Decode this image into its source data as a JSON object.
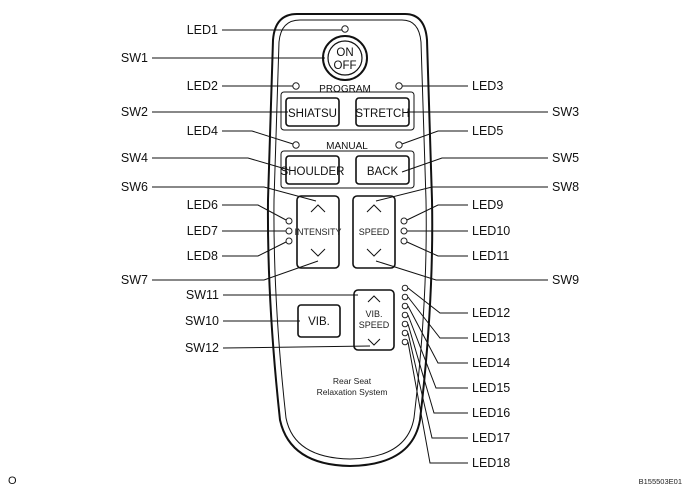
{
  "diagram": {
    "program_label": "PROGRAM",
    "manual_label": "MANUAL",
    "brand_line1": "Rear Seat",
    "brand_line2": "Relaxation System",
    "figure_id": "B155503E01",
    "corner_mark": "O"
  },
  "buttons": {
    "on": "ON",
    "off": "OFF",
    "shiatsu": "SHIATSU",
    "stretch": "STRETCH",
    "shoulder": "SHOULDER",
    "back": "BACK",
    "intensity": "INTENSITY",
    "speed": "SPEED",
    "vib": "VIB.",
    "vib_speed_1": "VIB.",
    "vib_speed_2": "SPEED"
  },
  "labels": {
    "left": [
      "LED1",
      "SW1",
      "LED2",
      "SW2",
      "LED4",
      "SW4",
      "SW6",
      "LED6",
      "LED7",
      "LED8",
      "SW7",
      "SW11",
      "SW10",
      "SW12"
    ],
    "right": [
      "LED3",
      "SW3",
      "LED5",
      "SW5",
      "SW8",
      "LED9",
      "LED10",
      "LED11",
      "SW9",
      "LED12",
      "LED13",
      "LED14",
      "LED15",
      "LED16",
      "LED17",
      "LED18"
    ]
  }
}
